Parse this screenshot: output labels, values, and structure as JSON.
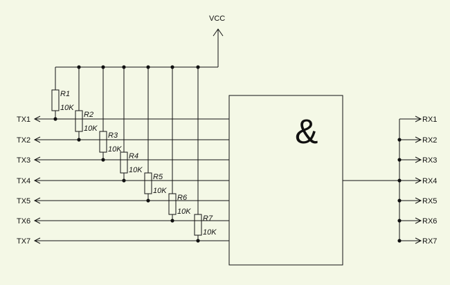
{
  "colors": {
    "background": "#f4f8e6",
    "ink": "#111111"
  },
  "power": {
    "label": "VCC"
  },
  "gate": {
    "symbol": "&"
  },
  "resistors": [
    {
      "ref": "R1",
      "value": "10K"
    },
    {
      "ref": "R2",
      "value": "10K"
    },
    {
      "ref": "R3",
      "value": "10K"
    },
    {
      "ref": "R4",
      "value": "10K"
    },
    {
      "ref": "R5",
      "value": "10K"
    },
    {
      "ref": "R6",
      "value": "10K"
    },
    {
      "ref": "R7",
      "value": "10K"
    }
  ],
  "tx": [
    "TX1",
    "TX2",
    "TX3",
    "TX4",
    "TX5",
    "TX6",
    "TX7"
  ],
  "rx": [
    "RX1",
    "RX2",
    "RX3",
    "RX4",
    "RX5",
    "RX6",
    "RX7"
  ]
}
